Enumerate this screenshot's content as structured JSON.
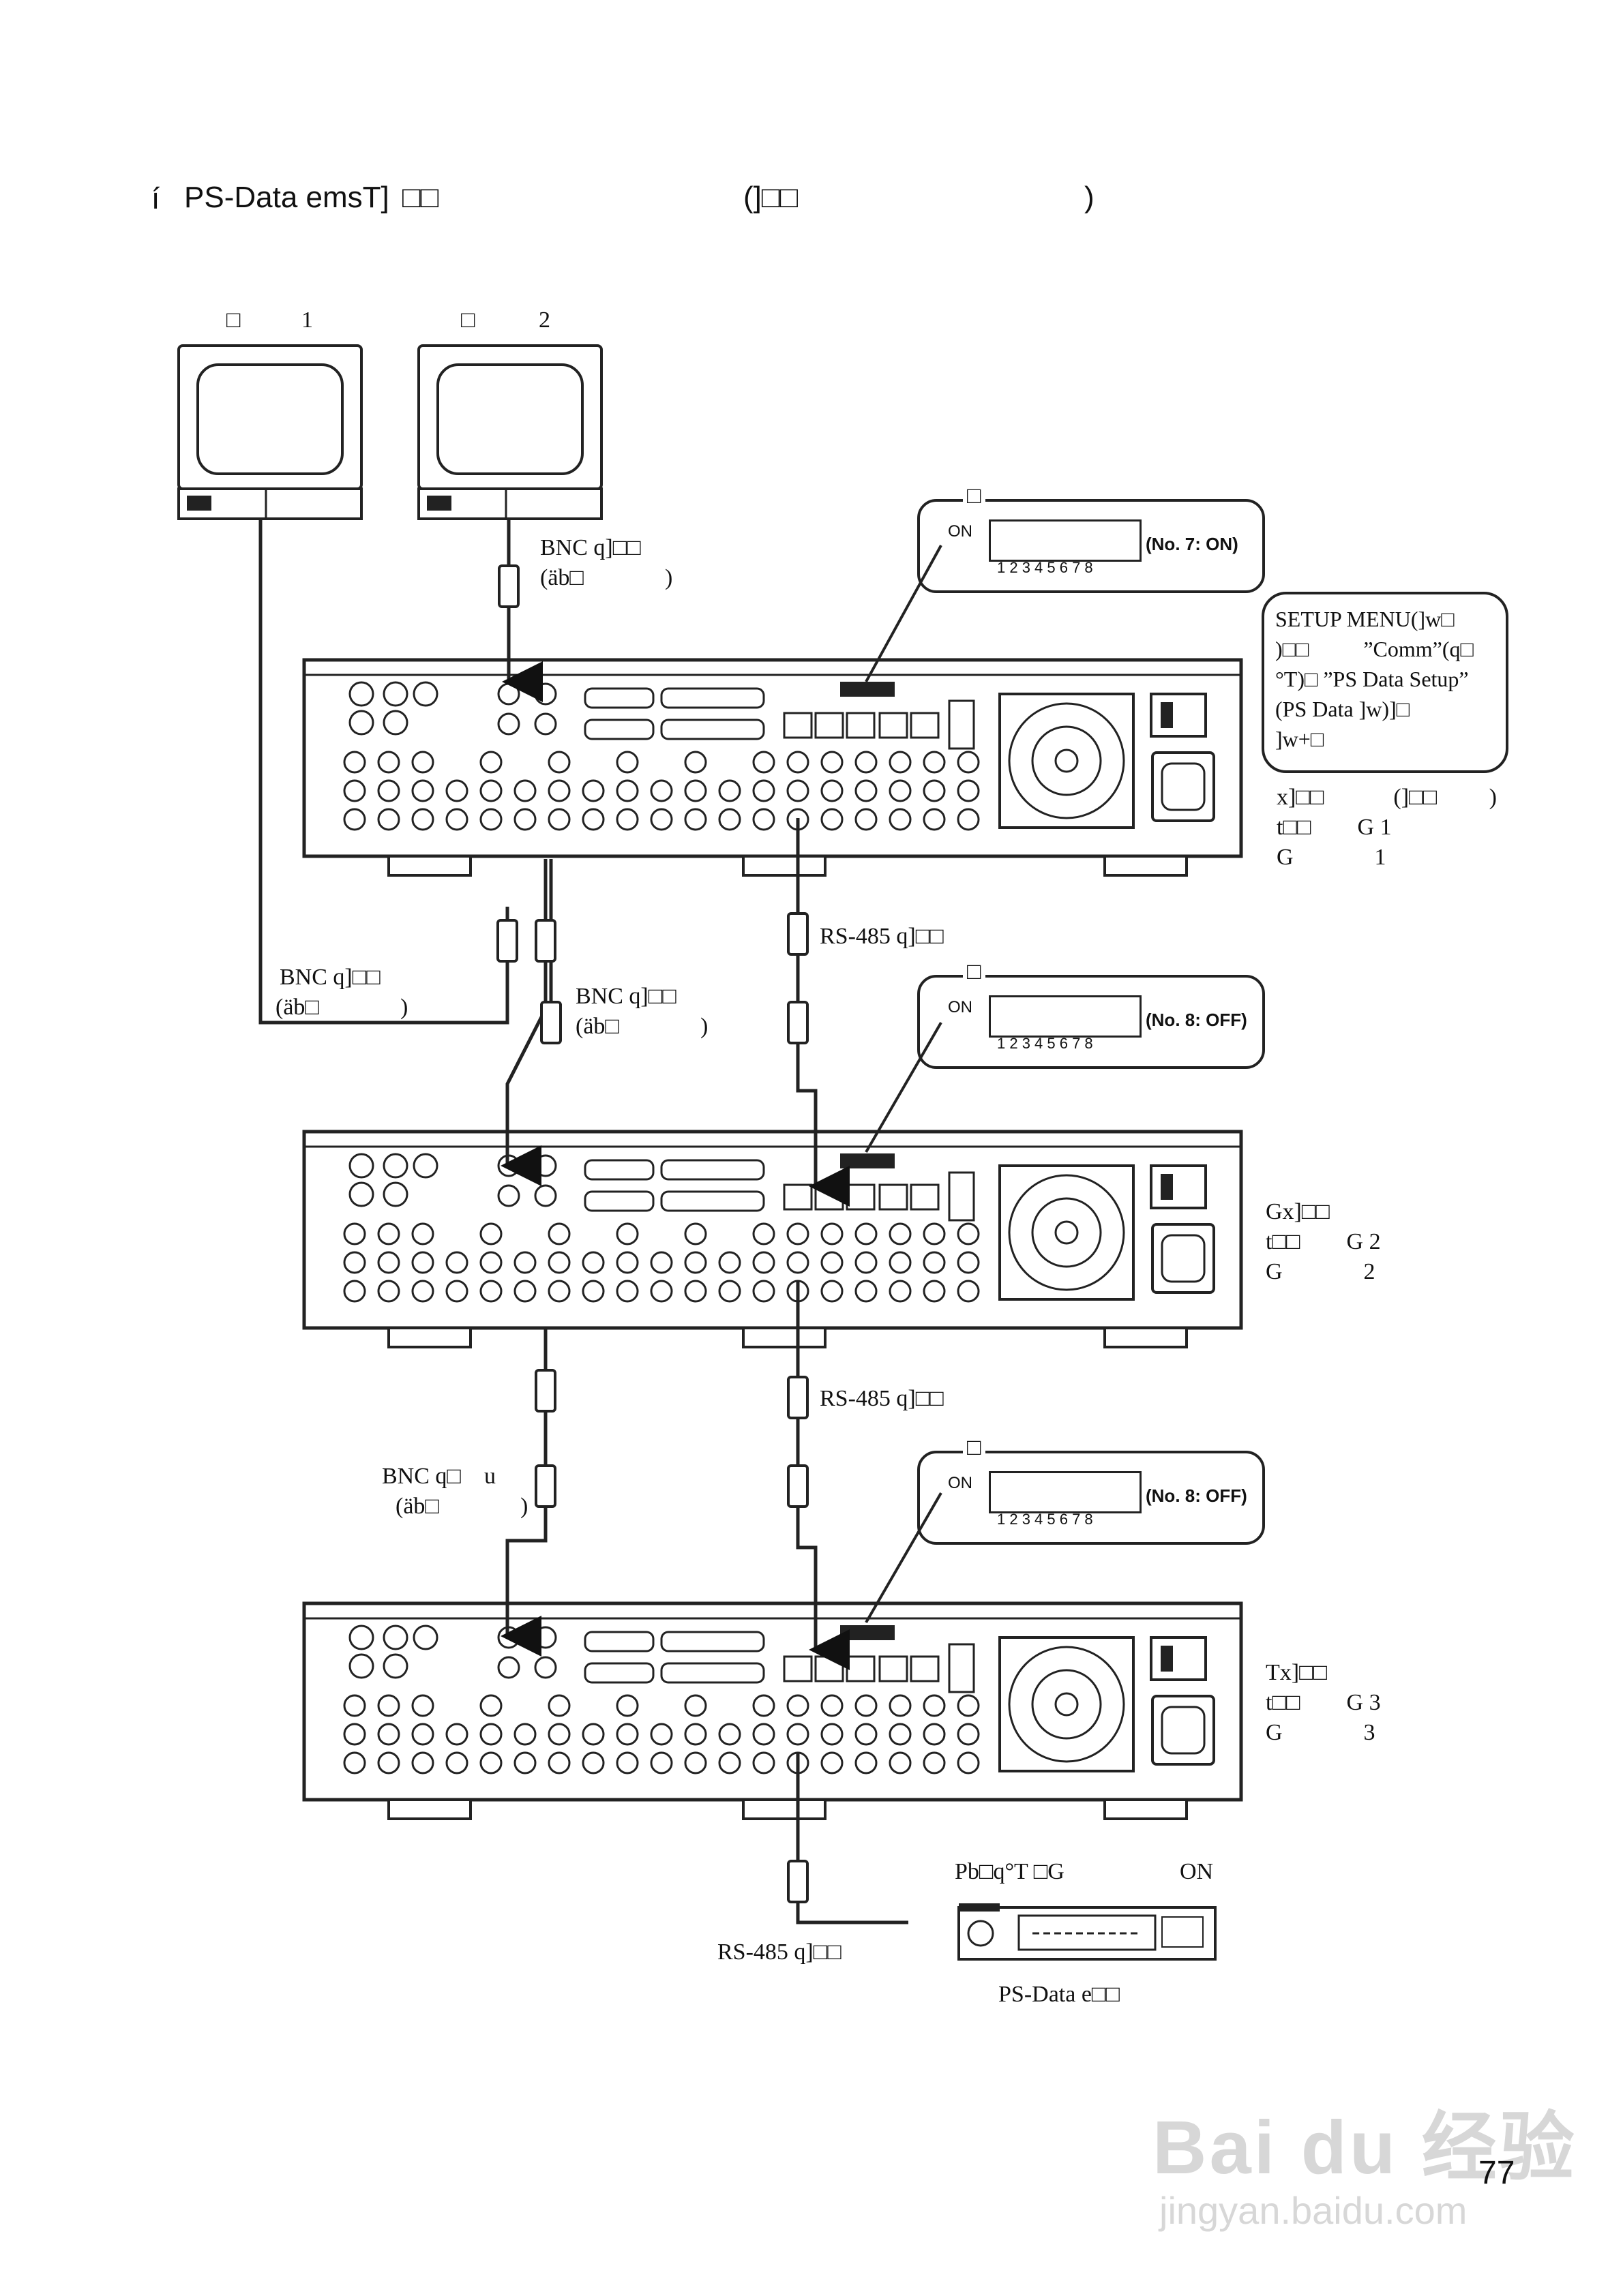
{
  "header": {
    "bullet": "í",
    "title": "PS-Data emsT]",
    "title_suffix": "□□",
    "paren_text": "(]□□",
    "paren_close": ")"
  },
  "monitors": [
    {
      "label": "□",
      "number": "1"
    },
    {
      "label": "□",
      "number": "2"
    }
  ],
  "switch_callouts": [
    {
      "label": "□",
      "on": "ON",
      "numbers": "1 2 3 4 5 6 7 8",
      "note": "(No. 7: ON)"
    },
    {
      "label": "□",
      "on": "ON",
      "numbers": "1 2 3 4 5 6 7 8",
      "note": "(No. 8: OFF)"
    },
    {
      "label": "□",
      "on": "ON",
      "numbers": "1 2 3 4 5 6 7 8",
      "note": "(No. 8: OFF)"
    }
  ],
  "setup_note": {
    "lines": [
      "SETUP MENU(]w□",
      ")□□          ”Comm”(q□",
      "°T)□ ”PS Data Setup”",
      "(PS Data ]w)]□",
      "]w+□"
    ]
  },
  "units": [
    {
      "lines": [
        "x]□□            (]□□         )",
        "t□□        G 1",
        "G              1"
      ]
    },
    {
      "lines": [
        "Gx]□□",
        "t□□        G 2",
        "G              2"
      ]
    },
    {
      "lines": [
        "Tx]□□",
        "t□□        G 3",
        "G              3"
      ]
    }
  ],
  "cables": {
    "bnc_top": {
      "line1": "BNC q]□□",
      "line2": "(äb□              )"
    },
    "bnc_left": {
      "line1": "BNC q]□□",
      "line2": "(äb□              )"
    },
    "bnc_mid": {
      "line1": "BNC q]□□",
      "line2": "(äb□              )"
    },
    "bnc_lower": {
      "line1": "BNC q□    u",
      "line2": "(äb□              )"
    },
    "rs485_1": "RS-485 q]□□",
    "rs485_2": "RS-485 q]□□",
    "rs485_3": "RS-485 q]□□"
  },
  "controller": {
    "top_label": "Pb□q°T □G",
    "on_label": "ON",
    "name": "PS-Data e□□"
  },
  "page_number": "77",
  "watermark": {
    "brand": "Bai du 经验",
    "url": "jingyan.baidu.com"
  }
}
